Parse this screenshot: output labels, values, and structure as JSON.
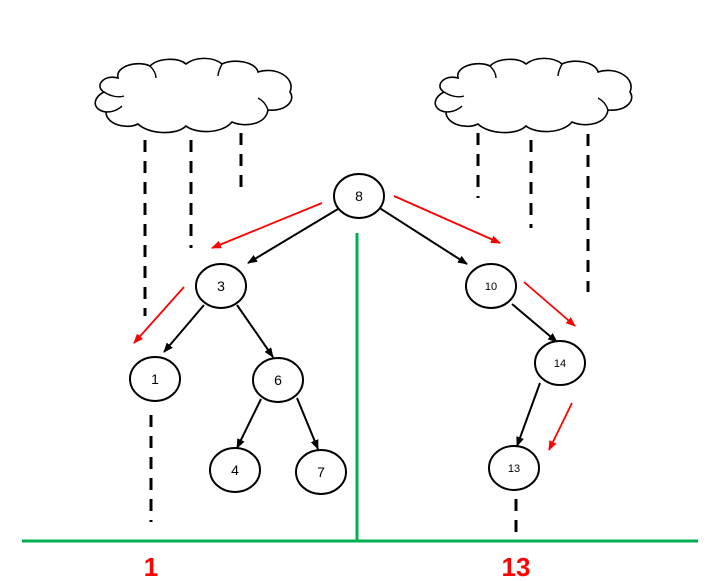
{
  "tree": {
    "nodes": [
      {
        "id": "n8",
        "label": "8"
      },
      {
        "id": "n3",
        "label": "3"
      },
      {
        "id": "n10",
        "label": "10"
      },
      {
        "id": "n1",
        "label": "1"
      },
      {
        "id": "n6",
        "label": "6"
      },
      {
        "id": "n14",
        "label": "14"
      },
      {
        "id": "n4",
        "label": "4"
      },
      {
        "id": "n7",
        "label": "7"
      },
      {
        "id": "n13",
        "label": "13"
      }
    ],
    "edges": [
      {
        "from": "8",
        "to": "3"
      },
      {
        "from": "8",
        "to": "10"
      },
      {
        "from": "3",
        "to": "1"
      },
      {
        "from": "3",
        "to": "6"
      },
      {
        "from": "10",
        "to": "14"
      },
      {
        "from": "6",
        "to": "4"
      },
      {
        "from": "6",
        "to": "7"
      },
      {
        "from": "14",
        "to": "13"
      }
    ],
    "search_paths": [
      [
        "8",
        "3",
        "1"
      ],
      [
        "8",
        "10",
        "14",
        "13"
      ]
    ]
  },
  "results": {
    "left": "1",
    "right": "13"
  },
  "colors": {
    "edge": "#000000",
    "search_arrow": "#ff0000",
    "ground_line": "#00b050",
    "result_text": "#ff0000",
    "rain": "#000000"
  }
}
